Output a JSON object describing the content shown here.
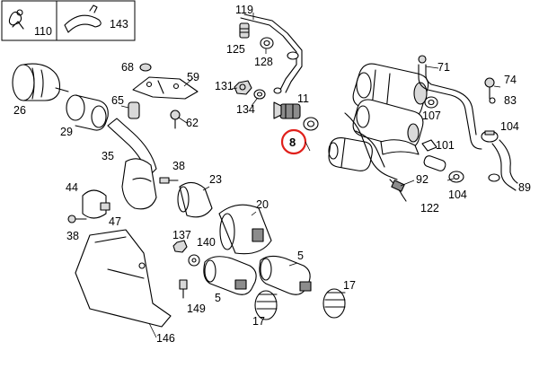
{
  "diagram": {
    "highlight_color": "#e0201b",
    "highlighted_part": "8",
    "legend": {
      "left": "110",
      "right": "143"
    },
    "callouts": {
      "c119": "119",
      "c125": "125",
      "c128": "128",
      "c131": "131",
      "c134": "134",
      "c11": "11",
      "c8": "8",
      "c71": "71",
      "c74": "74",
      "c83": "83",
      "c107": "107",
      "c104a": "104",
      "c101": "101",
      "c92": "92",
      "c104b": "104",
      "c122": "122",
      "c89": "89",
      "c68": "68",
      "c59": "59",
      "c65": "65",
      "c62": "62",
      "c26": "26",
      "c29": "29",
      "c35": "35",
      "c38a": "38",
      "c44": "44",
      "c47": "47",
      "c38b": "38",
      "c23": "23",
      "c20": "20",
      "c137": "137",
      "c140": "140",
      "c5a": "5",
      "c5b": "5",
      "c149": "149",
      "c17a": "17",
      "c17b": "17",
      "c146": "146"
    }
  }
}
